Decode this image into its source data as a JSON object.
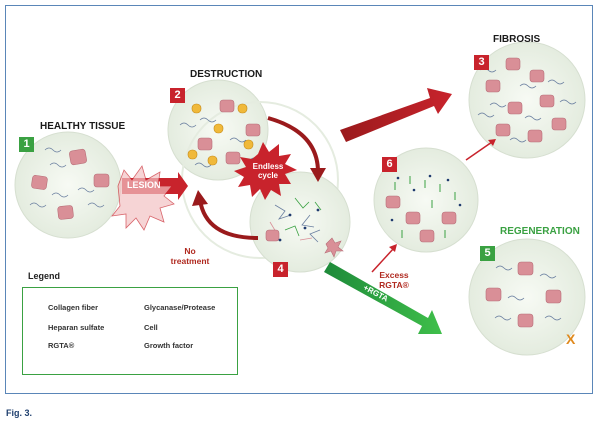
{
  "stages": {
    "healthy": {
      "title": "HEALTHY TISSUE",
      "number": "1"
    },
    "destruction": {
      "title": "DESTRUCTION",
      "number": "2"
    },
    "fibrosis": {
      "title": "FIBROSIS",
      "number": "3"
    },
    "stage4": {
      "number": "4"
    },
    "regeneration": {
      "title": "REGENERATION",
      "number": "5"
    },
    "stage6": {
      "number": "6"
    }
  },
  "arrows": {
    "lesion": "LESION",
    "no_treatment_top": "No treatment",
    "no_treatment_left_1": "No",
    "no_treatment_left_2": "treatment",
    "excess_1": "Excess",
    "excess_2": "RGTA®",
    "plus_rgta": "+RGTA"
  },
  "cycle": {
    "line1": "Endless",
    "line2": "cycle"
  },
  "legend": {
    "title": "Legend",
    "collagen": "Collagen fiber",
    "glycanase": "Glycanase/Protease",
    "heparan": "Heparan sulfate",
    "cell": "Cell",
    "rgta": "RGTA®",
    "growth": "Growth factor"
  },
  "marker_x": "X",
  "caption": "Fig. 3.",
  "colors": {
    "red": "#c8232c",
    "green": "#3aa142",
    "cell": "#d98f97",
    "frame": "#5a86b8"
  }
}
